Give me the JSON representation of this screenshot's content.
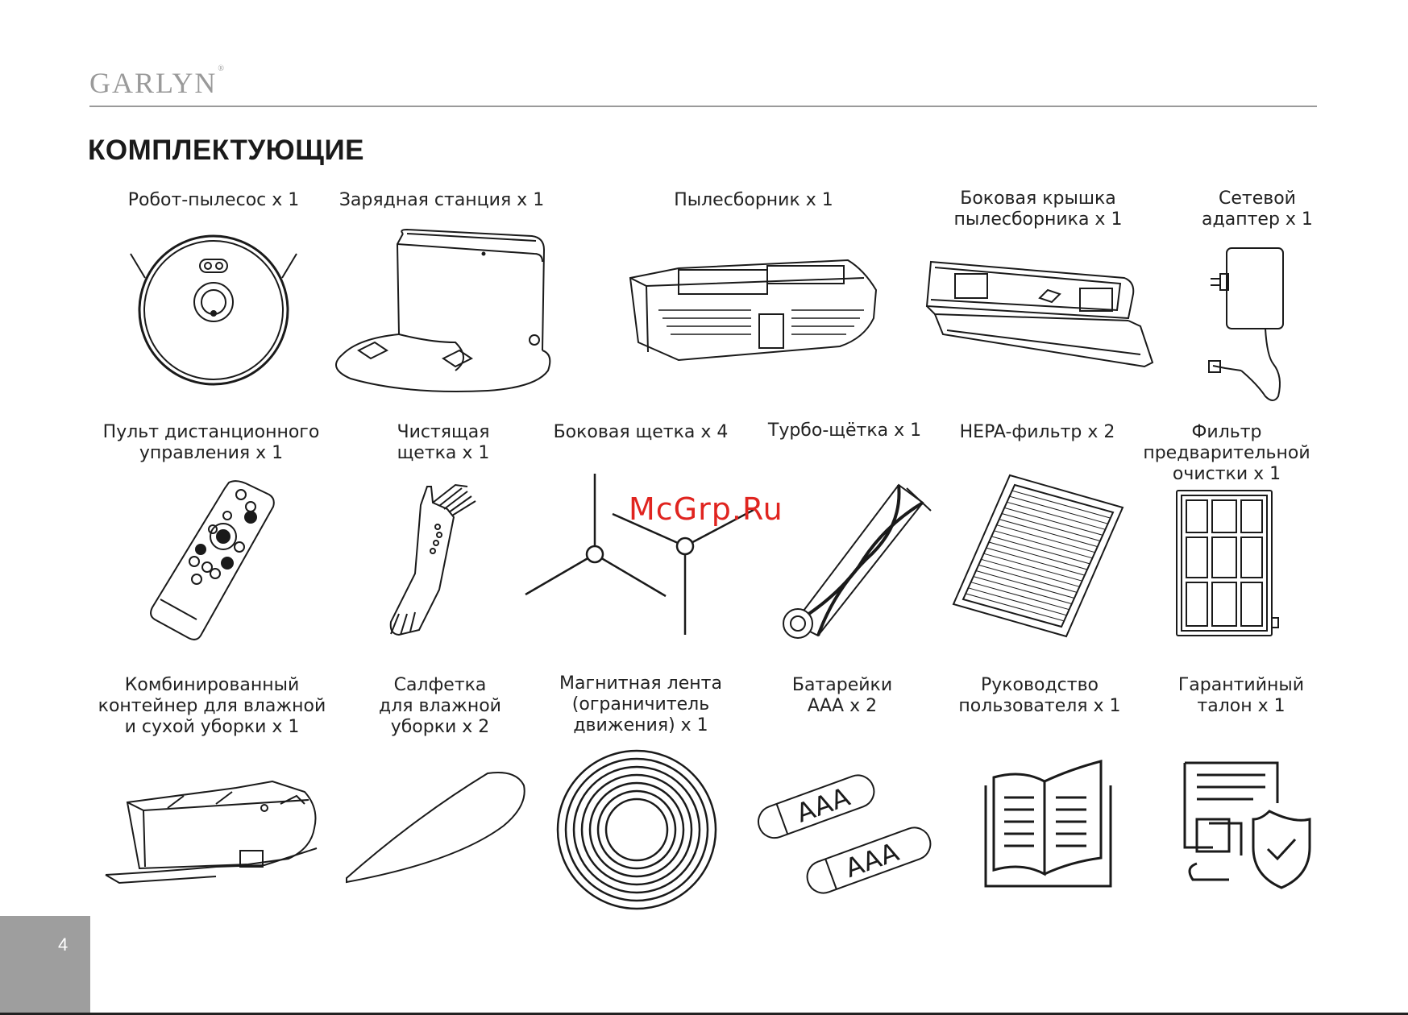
{
  "brand": {
    "name": "GARLYN",
    "mark": "®"
  },
  "title": "КОМПЛЕКТУЮЩИЕ",
  "items": [
    {
      "caption": "Робот-пылесос х 1",
      "icon": "robot-vacuum-icon"
    },
    {
      "caption": "Зарядная станция х 1",
      "icon": "charging-station-icon"
    },
    {
      "caption": "Пылесборник х 1",
      "icon": "dust-bin-icon"
    },
    {
      "caption": "Боковая крышка\nпылесборника х 1",
      "icon": "bin-side-cover-icon"
    },
    {
      "caption": "Сетевой\nадаптер х 1",
      "icon": "power-adapter-icon"
    },
    {
      "caption": "Пульт дистанционного\nуправления х 1",
      "icon": "remote-control-icon"
    },
    {
      "caption": "Чистящая\nщетка х 1",
      "icon": "cleaning-brush-icon"
    },
    {
      "caption": "Боковая щетка х 4",
      "icon": "side-brush-icon"
    },
    {
      "caption": "Турбо-щётка х 1",
      "icon": "turbo-brush-icon"
    },
    {
      "caption": "HEPA-фильтр х 2",
      "icon": "hepa-filter-icon"
    },
    {
      "caption": "Фильтр\nпредварительной\nочистки х 1",
      "icon": "pre-filter-icon"
    },
    {
      "caption": "Комбинированный\nконтейнер для влажной\nи сухой уборки х 1",
      "icon": "combo-container-icon"
    },
    {
      "caption": "Салфетка\nдля влажной\nуборки х 2",
      "icon": "mop-cloth-icon"
    },
    {
      "caption": "Магнитная лента\n(ограничитель\nдвижения) х 1",
      "icon": "magnetic-tape-icon"
    },
    {
      "caption": "Батарейки\nААА х 2",
      "icon": "aaa-batteries-icon"
    },
    {
      "caption": "Руководство\nпользователя х 1",
      "icon": "user-manual-icon"
    },
    {
      "caption": "Гарантийный\nталон х 1",
      "icon": "warranty-card-icon"
    }
  ],
  "battery_label": "AAA",
  "watermark": "McGrp.Ru",
  "page_number": "4"
}
